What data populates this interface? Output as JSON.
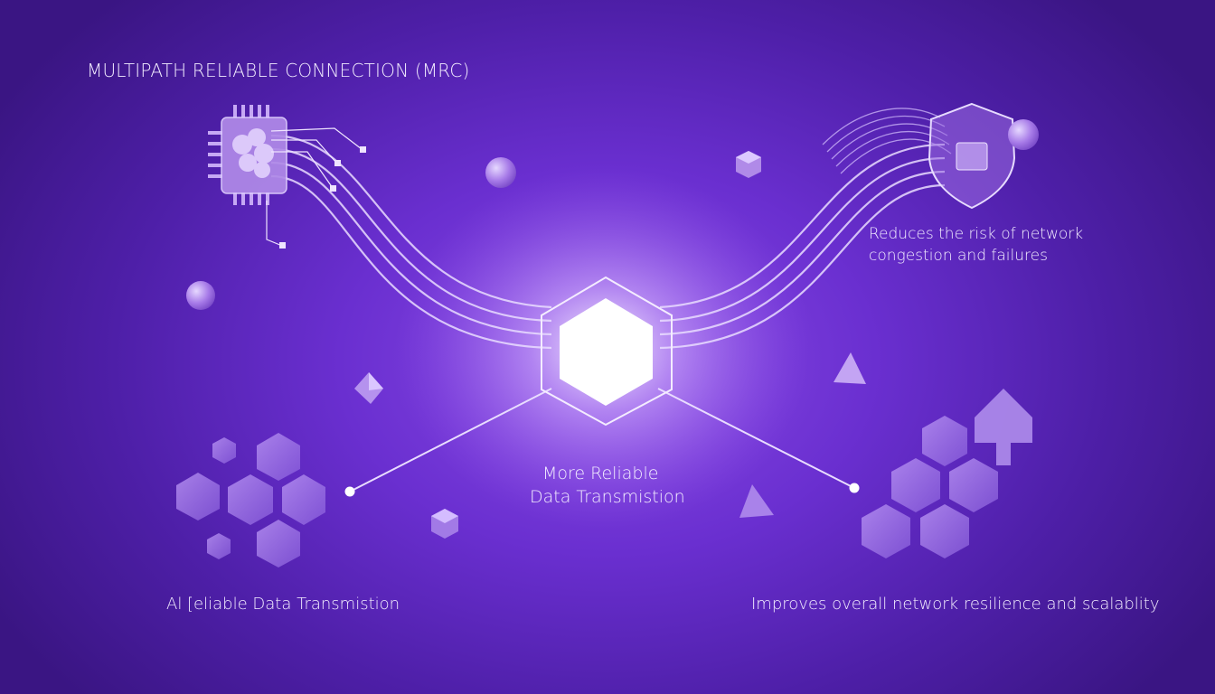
{
  "title": "MULTIPATH RELIABLE CONNECTION (MRC)",
  "labels": {
    "right_top_line1": "Reduces the risk of network",
    "right_top_line2": "congestion and failures",
    "center_line1": "More Reliable",
    "center_line2": "Data Transmistion",
    "left_bottom": "Al [eliable Data Transmistion",
    "right_bottom": "Improves overall network resilience and scalablity"
  },
  "icons": [
    "ai-chip-icon",
    "shield-chip-icon",
    "central-hexagon-node-icon",
    "hexagon-cluster-icon",
    "upload-arrow-icon"
  ],
  "colors": {
    "background_center": "#8a4be6",
    "background_edge": "#3a1583",
    "accent_light": "#d9c6ff",
    "glow": "#ffffff"
  }
}
